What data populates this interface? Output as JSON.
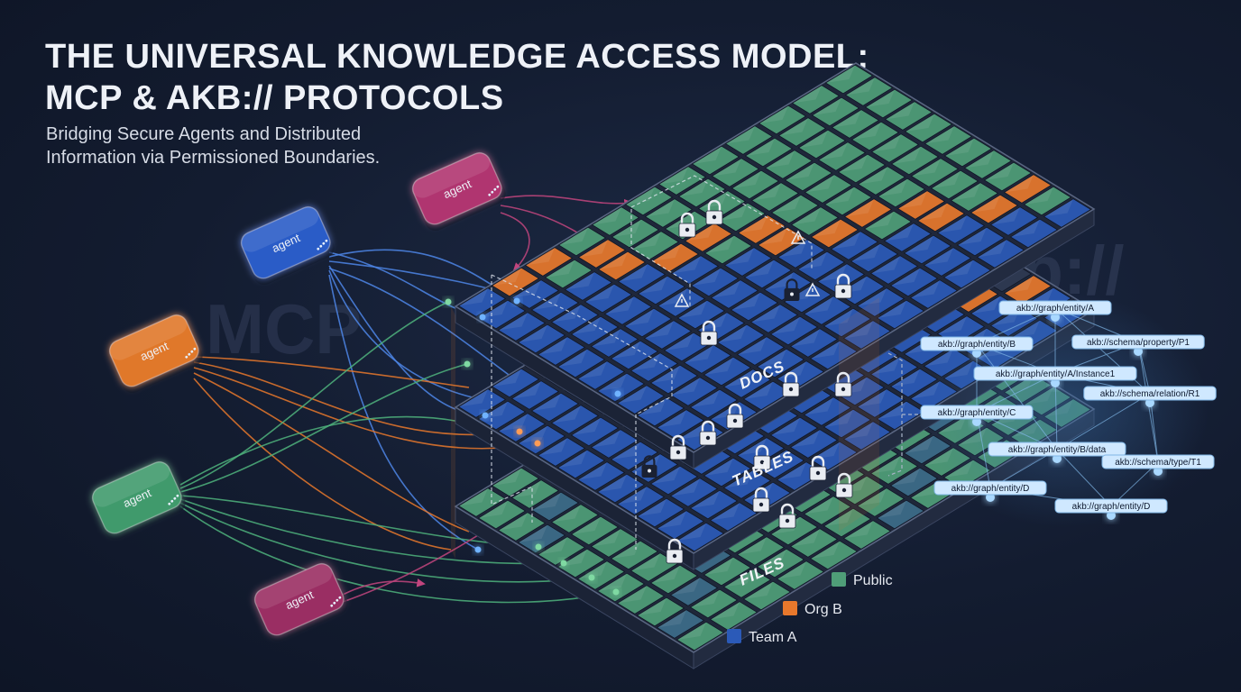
{
  "title": [
    "THE UNIVERSAL KNOWLEDGE ACCESS MODEL:",
    "MCP & AKB:// PROTOCOLS"
  ],
  "subtitle": [
    "Bridging Secure Agents and Distributed",
    "Information via Permissioned Boundaries."
  ],
  "watermarks": {
    "left": "MCP",
    "right": "akb://"
  },
  "agents": [
    {
      "label": "agent",
      "color": "#b0356f"
    },
    {
      "label": "agent",
      "color": "#2a5bc7"
    },
    {
      "label": "agent",
      "color": "#e0782c"
    },
    {
      "label": "agent",
      "color": "#3f9a6c"
    },
    {
      "label": "agent",
      "color": "#9a2f63"
    }
  ],
  "layers": [
    "DOCS",
    "TABLES",
    "FILES"
  ],
  "legend": [
    {
      "label": "Public",
      "color": "#4f9e78"
    },
    {
      "label": "Org B",
      "color": "#e8782c"
    },
    {
      "label": "Team A",
      "color": "#2b5ab8"
    }
  ],
  "graph": {
    "nodes": [
      "akb://graph/entity/A",
      "akb://graph/entity/B",
      "akb://schema/property/P1",
      "akb://graph/entity/A/Instance1",
      "akb://schema/relation/R1",
      "akb://graph/entity/C",
      "akb://graph/entity/B/data",
      "akb://schema/type/T1",
      "akb://graph/entity/D",
      "akb://graph/entity/D"
    ]
  },
  "colors": {
    "public": "#4f9e78",
    "org": "#e8782c",
    "team": "#2b5ab8",
    "lock": "#e9ecf2",
    "graph_node": "#a9d8ff"
  },
  "icons": [
    "lock-icon",
    "warning-icon"
  ]
}
